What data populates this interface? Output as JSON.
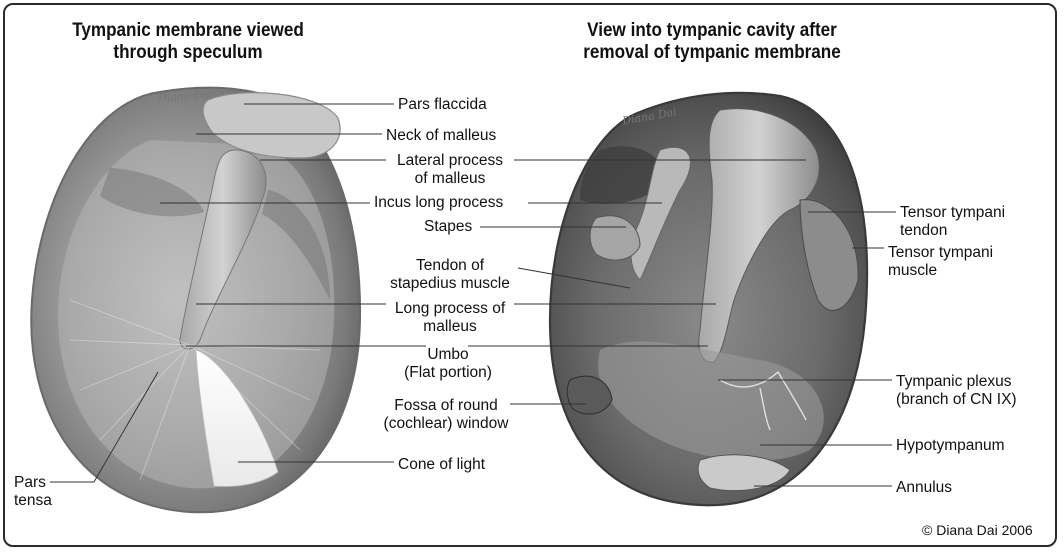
{
  "titles": {
    "left": [
      "Tympanic membrane viewed",
      "through speculum"
    ],
    "right": [
      "View into tympanic cavity after",
      "removal of tympanic membrane"
    ]
  },
  "labels": {
    "pars_flaccida": [
      "Pars flaccida"
    ],
    "neck_of_malleus": [
      "Neck of malleus"
    ],
    "lateral_process": [
      "Lateral process",
      "of malleus"
    ],
    "incus_long_process": [
      "Incus long process"
    ],
    "stapes": [
      "Stapes"
    ],
    "tendon_of_stapedius": [
      "Tendon of",
      "stapedius muscle"
    ],
    "long_process_of_malleus": [
      "Long process of",
      "malleus"
    ],
    "umbo": [
      "Umbo",
      "(Flat portion)"
    ],
    "fossa_round_window": [
      "Fossa of round",
      "(cochlear) window"
    ],
    "cone_of_light": [
      "Cone of light"
    ],
    "pars_tensa": [
      "Pars",
      "tensa"
    ],
    "tensor_tympani_tendon": [
      "Tensor tympani",
      "tendon"
    ],
    "tensor_tympani_muscle": [
      "Tensor tympani",
      "muscle"
    ],
    "tympanic_plexus": [
      "Tympanic plexus",
      "(branch of CN IX)"
    ],
    "hypotympanum": [
      "Hypotympanum"
    ],
    "annulus": [
      "Annulus"
    ]
  },
  "signatures": {
    "left": "Diana Dai",
    "right": "Diana Dai"
  },
  "copyright": "© Diana Dai 2006",
  "colors": {
    "line": "#333333",
    "shade_dark": "#5a5a5a",
    "shade_light": "#d9d9d9"
  }
}
